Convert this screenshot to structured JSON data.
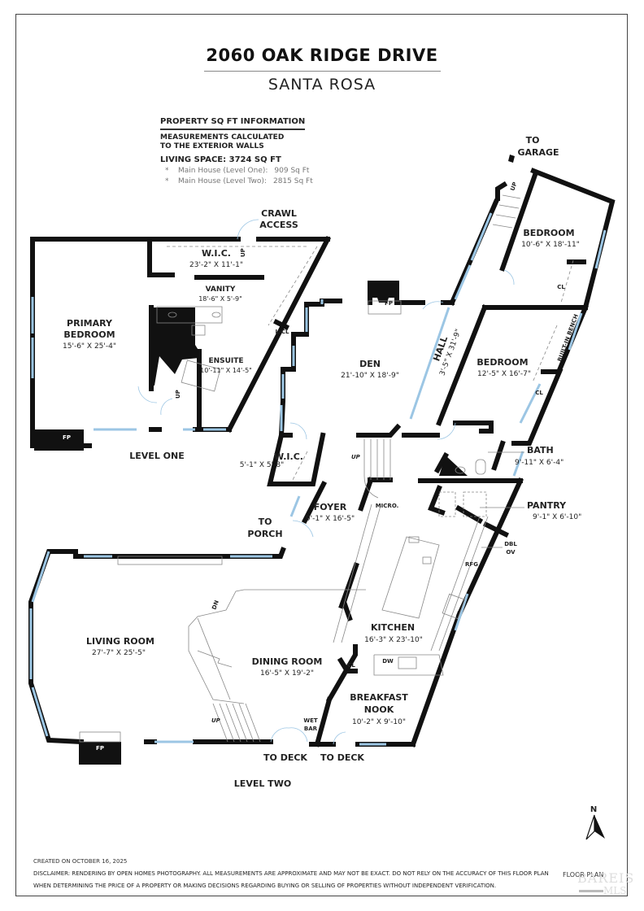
{
  "header": {
    "title": "2060 OAK RIDGE DRIVE",
    "subtitle": "SANTA ROSA"
  },
  "sqft_info": {
    "heading": "PROPERTY SQ FT INFORMATION",
    "calc_line1": "MEASUREMENTS CALCULATED",
    "calc_line2": "TO THE EXTERIOR WALLS",
    "living_space": "LIVING SPACE: 3724 SQ FT",
    "items": [
      {
        "bullet": "*",
        "label": "Main House (Level One):",
        "value": "909 Sq Ft"
      },
      {
        "bullet": "*",
        "label": "Main House (Level Two):",
        "value": "2815 Sq Ft"
      }
    ]
  },
  "levels": {
    "one": "LEVEL ONE",
    "two": "LEVEL TWO"
  },
  "rooms": {
    "primary_bedroom": {
      "name1": "PRIMARY",
      "name2": "BEDROOM",
      "dims": "15'-6\" X 25'-4\""
    },
    "wic_upper": {
      "name": "W.I.C.",
      "dims": "23'-2\" X 11'-1\""
    },
    "vanity": {
      "name": "VANITY",
      "dims": "18'-6\" X 5'-9\""
    },
    "ensuite": {
      "name": "ENSUITE",
      "dims": "10'-11\" X 14'-5\""
    },
    "wic_lower": {
      "name": "W.I.C.",
      "dims": "5'-1\" X 5'-8\""
    },
    "den": {
      "name": "DEN",
      "dims": "21'-10\" X 18'-9\""
    },
    "hall": {
      "name": "HALL",
      "dims": "3'-5\" X 31'-9\""
    },
    "bedroom_upper": {
      "name": "BEDROOM",
      "dims": "10'-6\" X 18'-11\""
    },
    "bedroom_middle": {
      "name": "BEDROOM",
      "dims": "12'-5\" X 16'-7\""
    },
    "bath": {
      "name": "BATH",
      "dims": "9'-11\" X 6'-4\""
    },
    "foyer": {
      "name": "FOYER",
      "dims": "9'-1\" X 16'-5\""
    },
    "pantry": {
      "name": "PANTRY",
      "dims": "9'-1\" X 6'-10\""
    },
    "living_room": {
      "name": "LIVING ROOM",
      "dims": "27'-7\" X 25'-5\""
    },
    "dining_room": {
      "name": "DINING ROOM",
      "dims": "16'-5\" X 19'-2\""
    },
    "kitchen": {
      "name": "KITCHEN",
      "dims": "16'-3\" X 23'-10\""
    },
    "breakfast_nook": {
      "name1": "BREAKFAST",
      "name2": "NOOK",
      "dims": "10'-2\" X 9'-10\""
    }
  },
  "annotations": {
    "crawl_access_1": "CRAWL",
    "crawl_access_2": "ACCESS",
    "to_garage_1": "TO",
    "to_garage_2": "GARAGE",
    "to_porch_1": "TO",
    "to_porch_2": "PORCH",
    "to_deck_1": "TO DECK",
    "to_deck_2": "TO DECK",
    "fp": "FP",
    "up": "UP",
    "dn": "DN",
    "l_cl": "L-CL",
    "cl": "CL",
    "built_in_bench": "BUILT-IN BENCH",
    "micro": "MICRO.",
    "dbl": "DBL",
    "ov": "OV",
    "rfg": "RFG",
    "dw": "DW",
    "wet": "WET",
    "bar": "BAR",
    "north": "N"
  },
  "footer": {
    "created": "CREATED ON OCTOBER 16, 2025",
    "disclaimer_line1": "DISCLAIMER: RENDERING BY OPEN HOMES PHOTOGRAPHY. ALL MEASUREMENTS ARE APPROXIMATE AND MAY NOT BE EXACT. DO NOT RELY ON THE ACCURACY OF THIS FLOOR PLAN",
    "disclaimer_line2": "WHEN DETERMINING THE PRICE OF A PROPERTY OR MAKING DECISIONS REGARDING BUYING OR SELLING OF PROPERTIES WITHOUT INDEPENDENT VERIFICATION.",
    "floor_plan_tag": "FLOOR PLAN"
  },
  "watermark": {
    "line1": "BAREIS",
    "line2": "MLS"
  },
  "colors": {
    "wall": "#111111",
    "window": "#9cc6e4",
    "fixture": "#888888"
  }
}
